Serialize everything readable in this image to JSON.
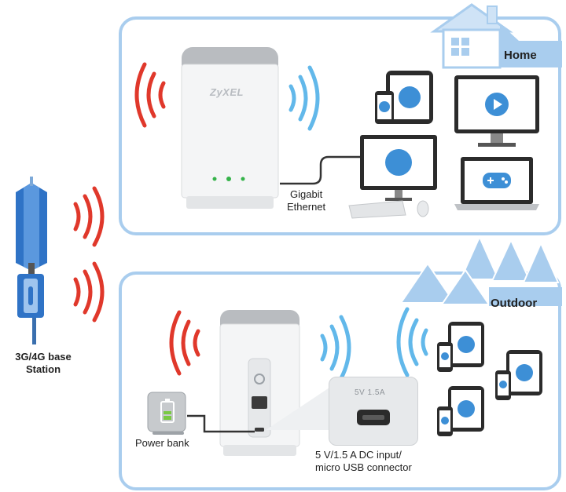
{
  "zones": {
    "home": "Home",
    "outdoor": "Outdoor"
  },
  "base_station": {
    "label_line1": "3G/4G base",
    "label_line2": "Station"
  },
  "home_section": {
    "router_brand": "ZyXEL",
    "connection_line1": "Gigabit",
    "connection_line2": "Ethernet"
  },
  "outdoor_section": {
    "power_bank_label": "Power bank",
    "port_marking": "5V 1.5A",
    "dc_input_line1": "5 V/1.5 A DC input/",
    "dc_input_line2": "micro USB connector"
  },
  "colors": {
    "panel_border": "#a9cdee",
    "cellular_waves": "#e0382b",
    "wifi_waves": "#62b8ea",
    "device_screen": "#3d8fd6"
  }
}
